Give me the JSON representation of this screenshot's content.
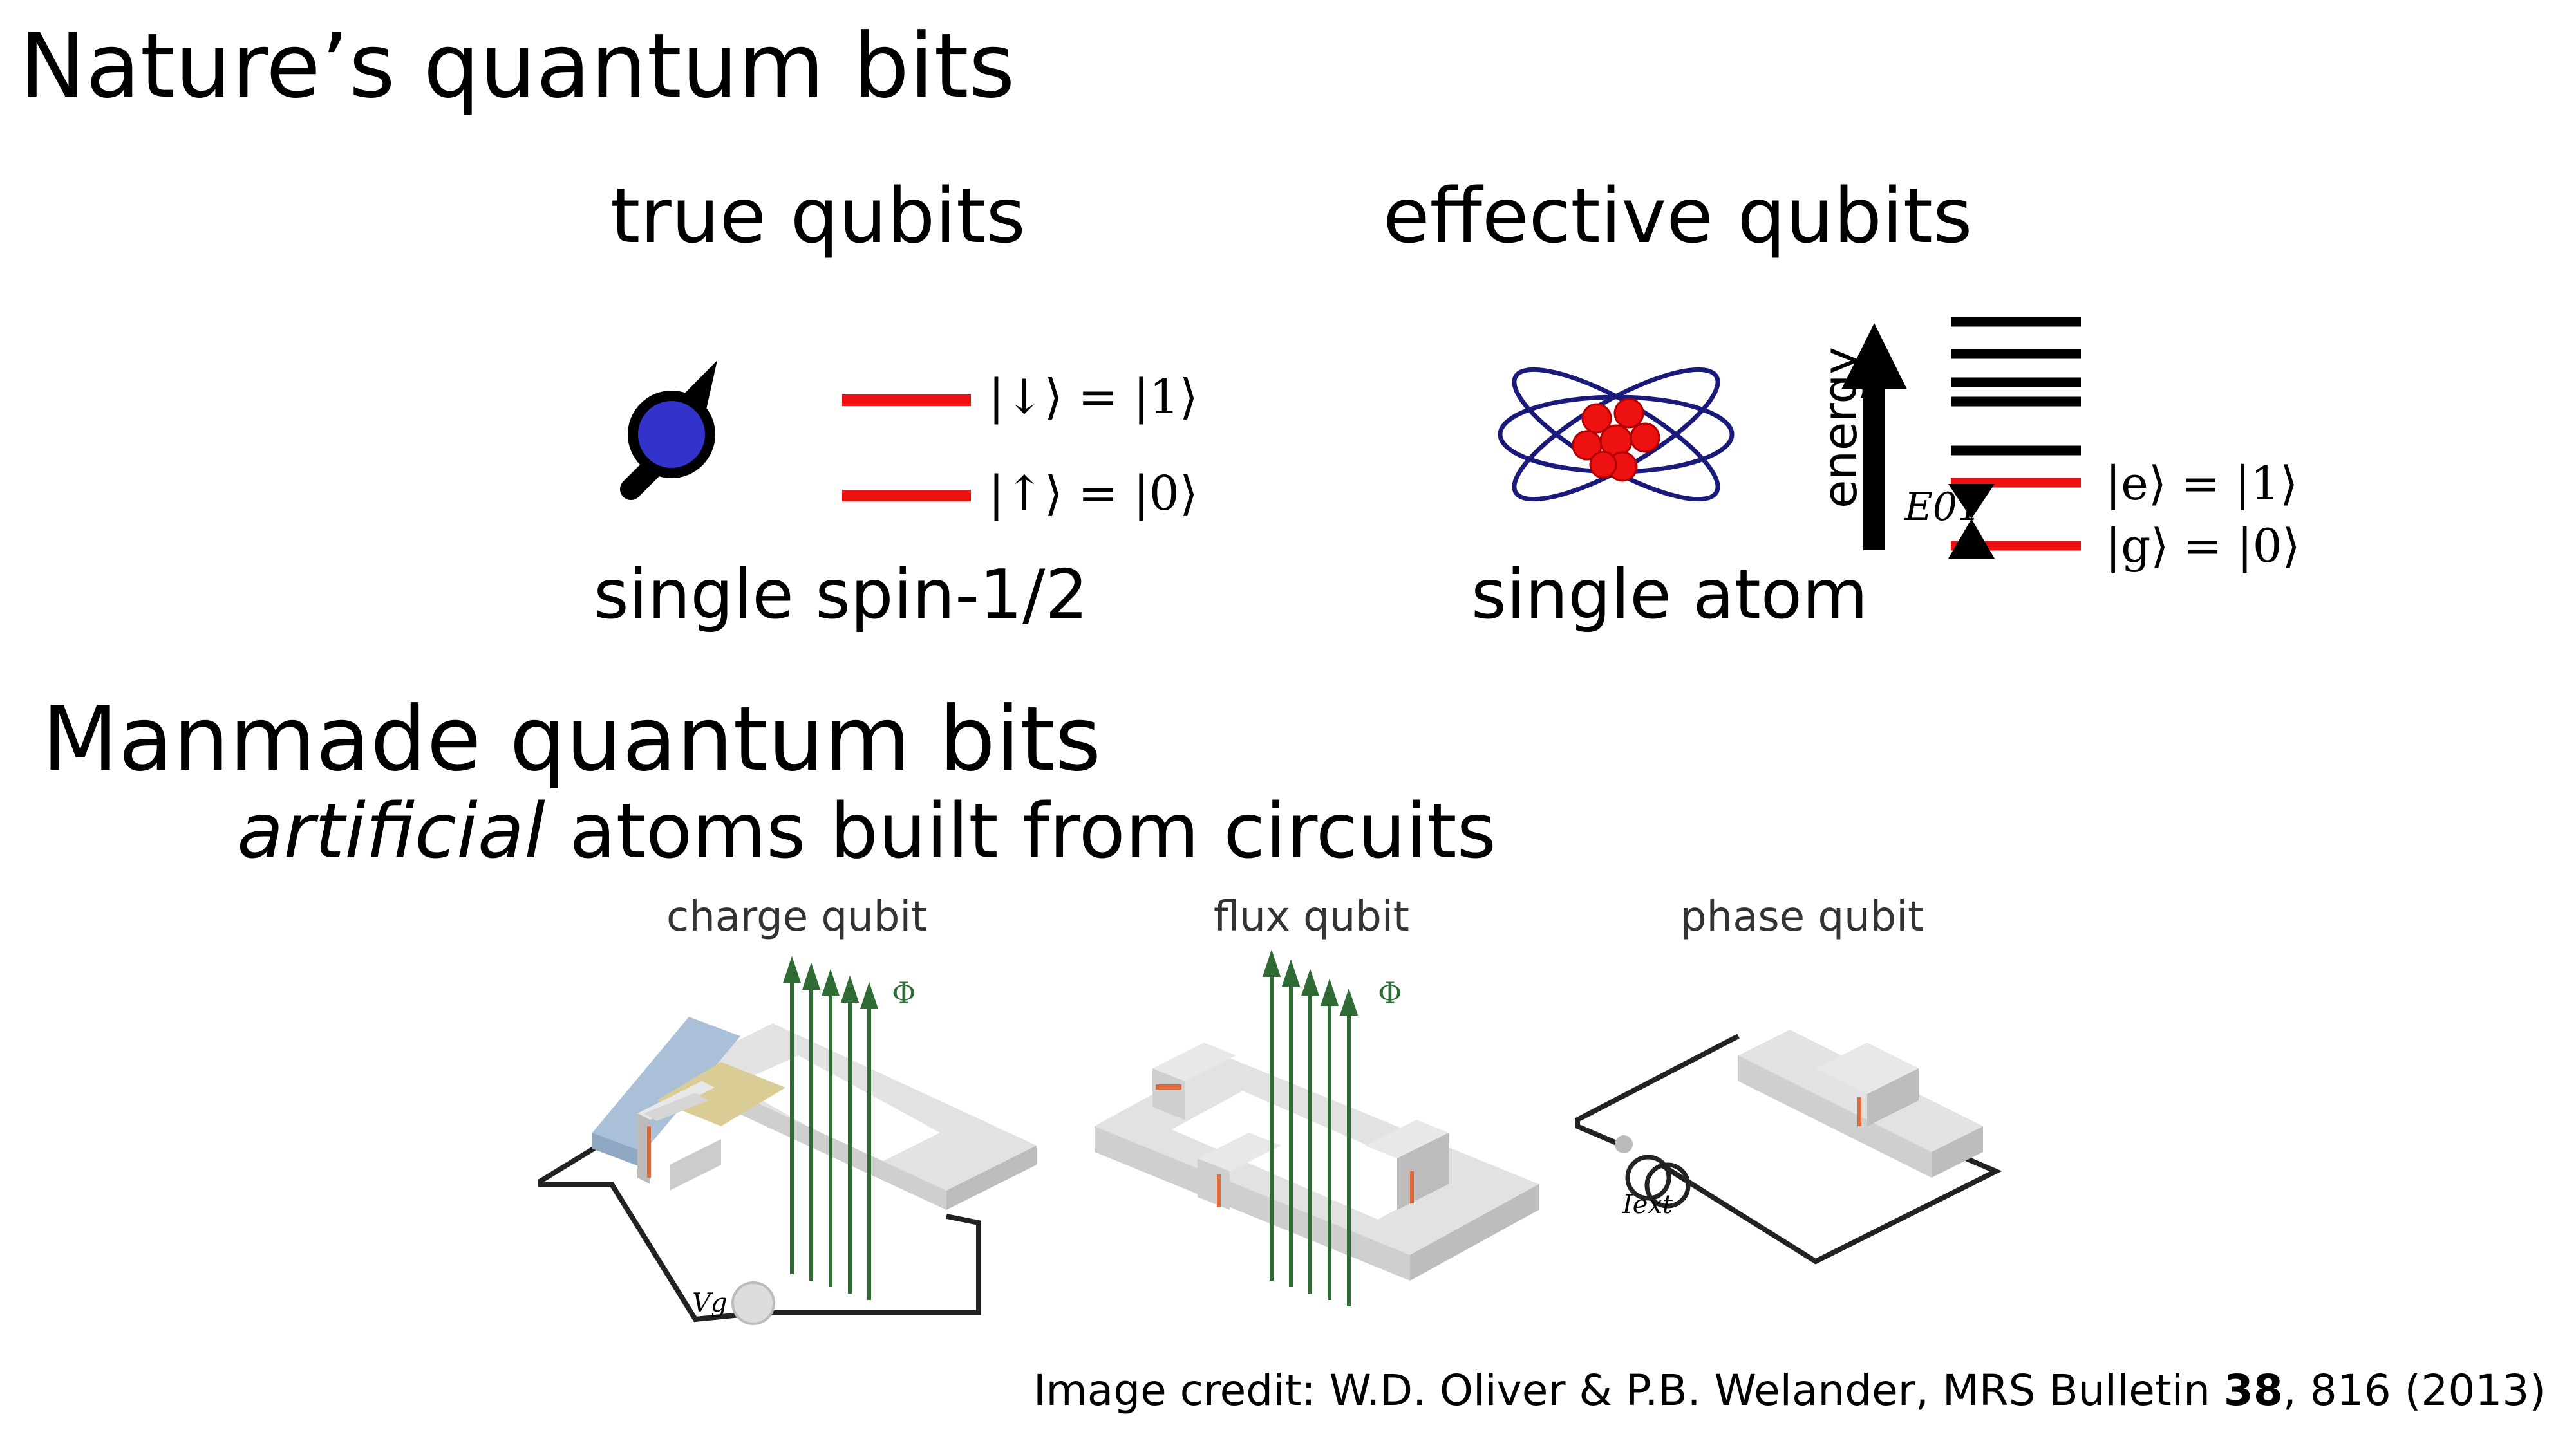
{
  "nature": {
    "title": "Nature’s quantum bits",
    "true_qubits": "true qubits",
    "effective_qubits": "effective qubits",
    "spin_label": "single spin-1/2",
    "atom_label": "single atom",
    "spin_states": {
      "down": "|↓⟩ = |1⟩",
      "up": "|↑⟩ = |0⟩"
    },
    "energy_axis": "energy",
    "energy_gap": "E01",
    "atom_states": {
      "e": "|e⟩ = |1⟩",
      "g": "|g⟩ = |0⟩"
    }
  },
  "manmade": {
    "title": "Manmade quantum bits",
    "subtitle_italic": "artificial",
    "subtitle_rest": " atoms built from circuits",
    "charge_qubit": "charge qubit",
    "flux_qubit": "flux qubit",
    "phase_qubit": "phase qubit",
    "flux_symbol": "Φ",
    "vg_label": "Vg",
    "iext_label": "Iext"
  },
  "credit": {
    "prefix": "Image credit: W.D. Oliver & P.B. Welander, MRS Bulletin ",
    "volume": "38",
    "suffix": ", 816 (2013)"
  },
  "colors": {
    "level_red": "#ee1111",
    "spin_blue": "#3333cc",
    "orbit_navy": "#1a1a7a",
    "nucleus_red": "#ee1111",
    "flux_green": "#2f6b35",
    "block_gray": "#d4d4d4",
    "junction_orange": "#e06a3a"
  }
}
